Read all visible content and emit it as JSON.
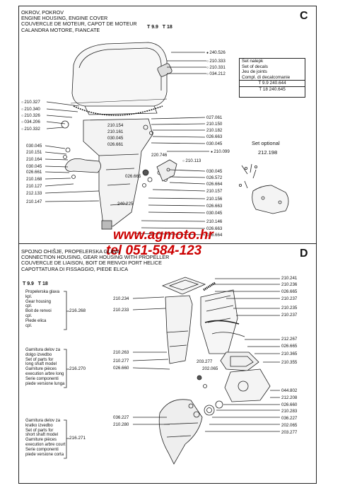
{
  "panel_c": {
    "letter": "C",
    "header": [
      "OKROV, POKROV",
      "ENGINE HOUSING, ENGINE COVER",
      "COUVERCLE DE MOTEUR, CAPOT DE MOTEUR",
      "CALANDRA MOTORE, FIANCATE"
    ],
    "models": "T 9.9   T 18",
    "legend": {
      "lines": [
        "Set nalepk",
        "Set of decals",
        "Jeu de joints",
        "Compl. di decalcomanie"
      ],
      "rows": [
        "T 9.9 240.644",
        "T 18 240.645"
      ]
    },
    "set_optional_label": "Set optional",
    "set_optional_no": "212.198",
    "callouts_right": [
      {
        "t": "240.526",
        "k": "f"
      },
      {
        "t": "210.333",
        "k": "r"
      },
      {
        "t": "210.331",
        "k": "r"
      },
      {
        "t": "034.212",
        "k": "r"
      },
      {
        "t": "027.061",
        "k": ""
      },
      {
        "t": "210.150",
        "k": ""
      },
      {
        "t": "210.182",
        "k": ""
      },
      {
        "t": "026.663",
        "k": ""
      },
      {
        "t": "030.045",
        "k": ""
      },
      {
        "t": "210.099",
        "k": "f"
      },
      {
        "t": "030.045",
        "k": ""
      },
      {
        "t": "026.572",
        "k": ""
      },
      {
        "t": "026.664",
        "k": ""
      },
      {
        "t": "210.157",
        "k": ""
      },
      {
        "t": "210.156",
        "k": ""
      },
      {
        "t": "026.663",
        "k": ""
      },
      {
        "t": "030.045",
        "k": ""
      },
      {
        "t": "210.146",
        "k": ""
      },
      {
        "t": "026.663",
        "k": ""
      },
      {
        "t": "026.664",
        "k": ""
      }
    ],
    "callouts_left": [
      {
        "t": "210.327",
        "k": "r"
      },
      {
        "t": "210.340",
        "k": "r"
      },
      {
        "t": "210.326",
        "k": "r"
      },
      {
        "t": "034.206",
        "k": "r"
      },
      {
        "t": "210.332",
        "k": "r"
      },
      {
        "t": "030.045",
        "k": ""
      },
      {
        "t": "210.151",
        "k": ""
      },
      {
        "t": "210.164",
        "k": ""
      },
      {
        "t": "030.045",
        "k": ""
      },
      {
        "t": "026.661",
        "k": ""
      },
      {
        "t": "210.168",
        "k": ""
      },
      {
        "t": "210.127",
        "k": ""
      },
      {
        "t": "212.133",
        "k": ""
      },
      {
        "t": "210.147",
        "k": ""
      }
    ],
    "callouts_mid": [
      {
        "t": "210.154"
      },
      {
        "t": "210.161"
      },
      {
        "t": "030.045"
      },
      {
        "t": "026.661"
      }
    ],
    "inline": {
      "a": "220.746",
      "b": "210.113",
      "c": "026.665",
      "d": "240.225"
    }
  },
  "watermark": {
    "url": "www.agmoto.hr",
    "phone": "tel 051-584-123"
  },
  "panel_d": {
    "letter": "D",
    "header": [
      "SPOJNO OHIŠJE, PROPELERSKA GLAVA",
      "CONNECTION HOUSING, GEAR HOUSING WITH PROPELLER",
      "COUVERCLE DE LIAISON, BOIT DE RENVOI PORT HELICE",
      "CAPOTTATURA DI FISSAGGIO, PIEDE ELICA"
    ],
    "models": "T 9.9   T 18",
    "kits": [
      {
        "lines": [
          "Propelerska glava",
          "kpl.",
          "Gear housing",
          "cpl.",
          "Boit de renvoi",
          "cpl.",
          "Piede elica",
          "cpl."
        ],
        "no": "216.268"
      },
      {
        "lines": [
          "Garnitura delov za",
          "dolgo izvedbo",
          "Set of parts for",
          "long shaft model",
          "Garniture pièces",
          "execution arbre long",
          "Serie componenti",
          "piede versione lunga"
        ],
        "no": "216.270"
      },
      {
        "lines": [
          "Garnitura delov za",
          "kratko izvedbo",
          "Set of parts for",
          "short shaft model",
          "Garniture pièces",
          "execution arbre court",
          "Serie componenti",
          "piede versione corta"
        ],
        "no": "216.271"
      }
    ],
    "callouts_right": [
      "210.241",
      "210.236",
      "026.665",
      "210.237",
      "210.235",
      "210.237",
      "212.267",
      "026.665",
      "210.365",
      "210.355",
      "044.802",
      "212.208",
      "026.660",
      "210.283",
      "036.227",
      "202.065",
      "203.277"
    ],
    "callouts_left": [
      "210.234",
      "210.233",
      "210.263",
      "210.277",
      "026.660",
      "036.227",
      "210.280"
    ],
    "callouts_mid": [
      "203.277",
      "202.065"
    ]
  }
}
